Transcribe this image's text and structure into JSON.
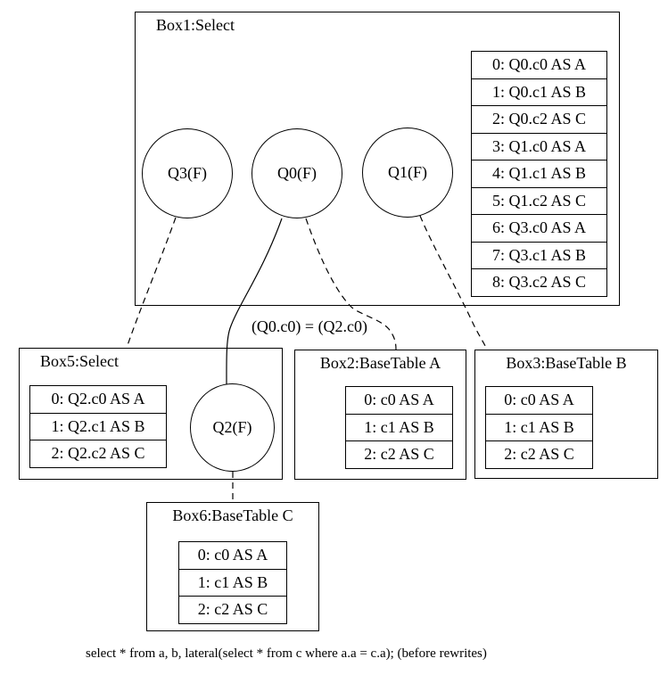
{
  "boxes": {
    "box1": {
      "title": "Box1:Select",
      "columns": [
        "0: Q0.c0 AS A",
        "1: Q0.c1 AS B",
        "2: Q0.c2 AS C",
        "3: Q1.c0 AS A",
        "4: Q1.c1 AS B",
        "5: Q1.c2 AS C",
        "6: Q3.c0 AS A",
        "7: Q3.c1 AS B",
        "8: Q3.c2 AS C"
      ]
    },
    "box5": {
      "title": "Box5:Select",
      "columns": [
        "0: Q2.c0 AS A",
        "1: Q2.c1 AS B",
        "2: Q2.c2 AS C"
      ]
    },
    "box2": {
      "title": "Box2:BaseTable A",
      "columns": [
        "0: c0 AS A",
        "1: c1 AS B",
        "2: c2 AS C"
      ]
    },
    "box3": {
      "title": "Box3:BaseTable B",
      "columns": [
        "0: c0 AS A",
        "1: c1 AS B",
        "2: c2 AS C"
      ]
    },
    "box6": {
      "title": "Box6:BaseTable C",
      "columns": [
        "0: c0 AS A",
        "1: c1 AS B",
        "2: c2 AS C"
      ]
    }
  },
  "quantifiers": {
    "q3": "Q3(F)",
    "q0": "Q0(F)",
    "q1": "Q1(F)",
    "q2": "Q2(F)"
  },
  "edge_label": "(Q0.c0) = (Q2.c0)",
  "caption": "select * from a, b, lateral(select * from c where a.a = c.a); (before rewrites)",
  "colors": {
    "line": "#000000",
    "background": "#ffffff"
  }
}
